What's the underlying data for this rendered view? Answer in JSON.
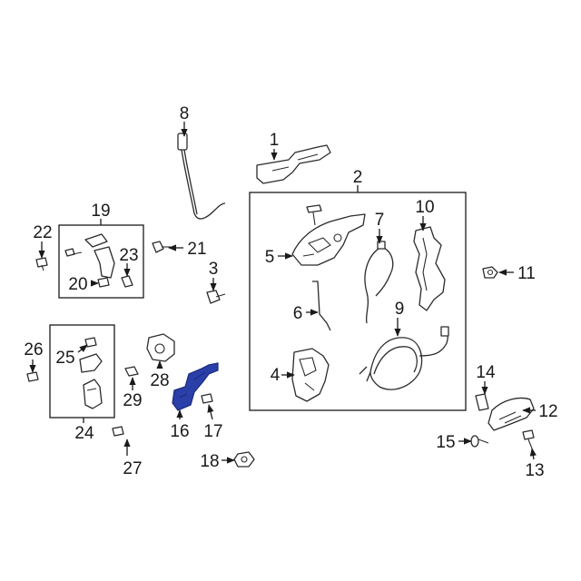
{
  "diagram": {
    "highlight_color": "#2a3fa8",
    "callouts": {
      "c1": "1",
      "c2": "2",
      "c3": "3",
      "c4": "4",
      "c5": "5",
      "c6": "6",
      "c7": "7",
      "c8": "8",
      "c9": "9",
      "c10": "10",
      "c11": "11",
      "c12": "12",
      "c13": "13",
      "c14": "14",
      "c15": "15",
      "c16": "16",
      "c17": "17",
      "c18": "18",
      "c19": "19",
      "c20": "20",
      "c21": "21",
      "c22": "22",
      "c23": "23",
      "c24": "24",
      "c25": "25",
      "c26": "26",
      "c27": "27",
      "c28": "28",
      "c29": "29"
    }
  }
}
